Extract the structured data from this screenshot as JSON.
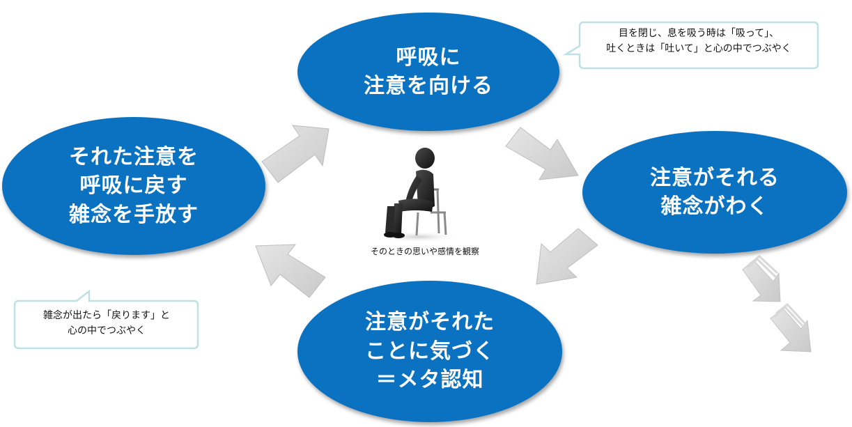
{
  "diagram": {
    "nodes": {
      "top": "呼吸に\n注意を向ける",
      "right": "注意がそれる\n雑念がわく",
      "left": "それた注意を\n呼吸に戻す\n雑念を手放す",
      "bottom": "注意がそれた\nことに気づく\n＝メタ認知"
    },
    "callouts": {
      "top": "目を閉じ、息を吸う時は「吸って」、\n吐くときは「吐いて」と心の中でつぶやく",
      "bottom": "雑念が出たら「戻ります」と\n心の中でつぶやく"
    },
    "center_caption": "そのときの思いや感情を観察",
    "colors": {
      "node_fill": "#0a72c0",
      "node_text": "#ffffff",
      "arrow_fill": "#d4d4d4",
      "callout_border": "#bfe1e6"
    },
    "icons": [
      "seated-person-figure",
      "cycle-arrow",
      "chevron-down-arrow"
    ]
  }
}
